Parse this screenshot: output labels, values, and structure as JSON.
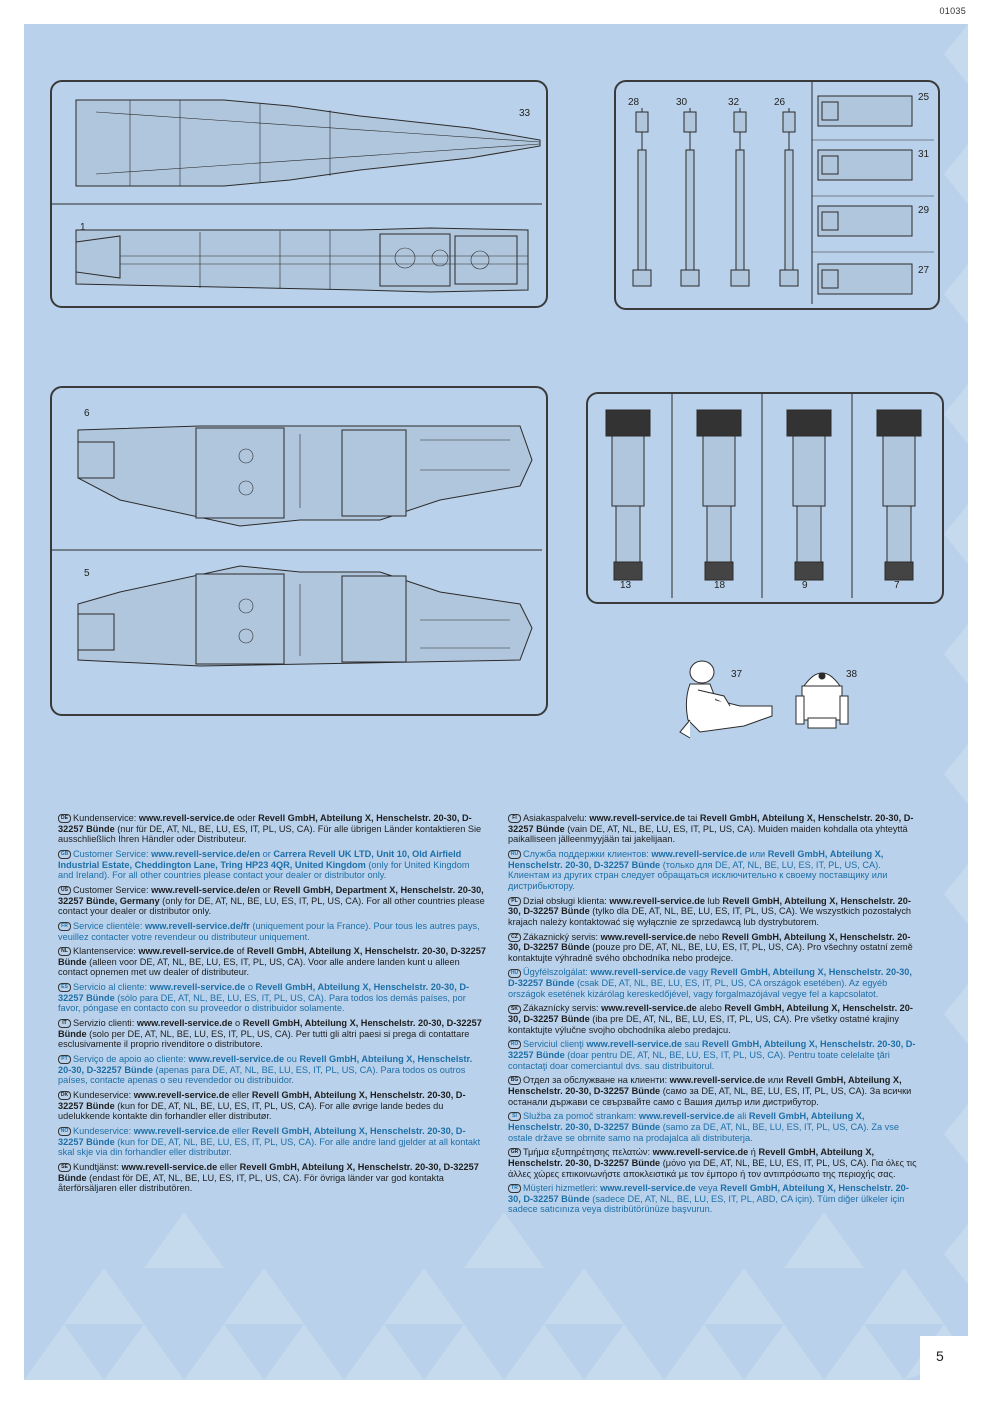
{
  "doc_code": "01035",
  "page_number": "5",
  "parts": {
    "p33": "33",
    "p1": "1",
    "p28": "28",
    "p30": "30",
    "p32": "32",
    "p26": "26",
    "p25": "25",
    "p31": "31",
    "p29": "29",
    "p27": "27",
    "p6": "6",
    "p5": "5",
    "p13": "13",
    "p18": "18",
    "p9": "9",
    "p7": "7",
    "p37": "37",
    "p38": "38"
  },
  "service_left": [
    {
      "flag": "DE",
      "blue": false,
      "segments": [
        [
          "Kundenservice: ",
          false
        ],
        [
          "www.revell-service.de",
          true
        ],
        [
          " oder ",
          false
        ],
        [
          "Revell GmbH, Abteilung X, Henschelstr. 20-30, D-32257 Bünde",
          true
        ],
        [
          " (nur für DE, AT, NL, BE, LU, ES, IT, PL, US, CA). Für alle übrigen Länder kontaktieren Sie ausschließlich Ihren Händler oder Distributeur.",
          false
        ]
      ]
    },
    {
      "flag": "GB",
      "blue": true,
      "segments": [
        [
          "Customer Service: ",
          false
        ],
        [
          "www.revell-service.de/en",
          true
        ],
        [
          " or ",
          false
        ],
        [
          "Carrera Revell UK LTD, Unit 10, Old Airfield Industrial Estate, Cheddington Lane, Tring HP23 4QR, United Kingdom",
          true
        ],
        [
          " (only for United Kingdom and Ireland). For all other countries please contact your dealer or distributor only.",
          false
        ]
      ]
    },
    {
      "flag": "US",
      "blue": false,
      "segments": [
        [
          "Customer Service: ",
          false
        ],
        [
          "www.revell-service.de/en",
          true
        ],
        [
          " or ",
          false
        ],
        [
          "Revell GmbH, Department X, Henschelstr. 20-30, 32257 Bünde, Germany",
          true
        ],
        [
          " (only for DE, AT, NL, BE, LU, ES, IT, PL, US, CA). For all other countries please contact your dealer or distributor only.",
          false
        ]
      ]
    },
    {
      "flag": "FR",
      "blue": true,
      "segments": [
        [
          "Service clientèle: ",
          false
        ],
        [
          "www.revell-service.de/fr",
          true
        ],
        [
          " (uniquement pour la France). Pour tous les autres pays, veuillez contacter votre revendeur ou distributeur uniquement.",
          false
        ]
      ]
    },
    {
      "flag": "NL",
      "blue": false,
      "segments": [
        [
          "Klantenservice: ",
          false
        ],
        [
          "www.revell-service.de",
          true
        ],
        [
          " of ",
          false
        ],
        [
          "Revell GmbH, Abteilung X, Henschelstr. 20-30, D-32257 Bünde",
          true
        ],
        [
          " (alleen voor DE, AT, NL, BE, LU, ES, IT, PL, US, CA). Voor alle andere landen kunt u alleen contact opnemen met uw dealer of distributeur.",
          false
        ]
      ]
    },
    {
      "flag": "ES",
      "blue": true,
      "segments": [
        [
          "Servicio al cliente: ",
          false
        ],
        [
          "www.revell-service.de",
          true
        ],
        [
          " o ",
          false
        ],
        [
          "Revell GmbH, Abteilung X, Henschelstr. 20-30, D-32257 Bünde",
          true
        ],
        [
          " (sólo para DE, AT, NL, BE, LU, ES, IT, PL, US, CA). Para todos los demás países, por favor, póngase en contacto con su proveedor o distribuidor solamente.",
          false
        ]
      ]
    },
    {
      "flag": "IT",
      "blue": false,
      "segments": [
        [
          "Servizio clienti: ",
          false
        ],
        [
          "www.revell-service.de",
          true
        ],
        [
          " o ",
          false
        ],
        [
          "Revell GmbH, Abteilung X, Henschelstr. 20-30, D-32257 Bünde",
          true
        ],
        [
          " (solo per DE, AT, NL, BE, LU, ES, IT, PL, US, CA). Per tutti gli altri paesi si prega di contattare esclusivamente il proprio rivenditore o distributore.",
          false
        ]
      ]
    },
    {
      "flag": "PT",
      "blue": true,
      "segments": [
        [
          "Serviço de apoio ao cliente: ",
          false
        ],
        [
          "www.revell-service.de",
          true
        ],
        [
          " ou ",
          false
        ],
        [
          "Revell GmbH, Abteilung X, Henschelstr. 20-30, D-32257 Bünde",
          true
        ],
        [
          " (apenas para DE, AT, NL, BE, LU, ES, IT, PL, US, CA). Para todos os outros países, contacte apenas o seu revendedor ou distribuidor.",
          false
        ]
      ]
    },
    {
      "flag": "DK",
      "blue": false,
      "segments": [
        [
          "Kundeservice: ",
          false
        ],
        [
          "www.revell-service.de",
          true
        ],
        [
          " eller ",
          false
        ],
        [
          "Revell GmbH, Abteilung X, Henschelstr. 20-30, D-32257 Bünde",
          true
        ],
        [
          " (kun for DE, AT, NL, BE, LU, ES, IT, PL, US, CA). For alle øvrige lande bedes du udelukkende kontakte din forhandler eller distributør.",
          false
        ]
      ]
    },
    {
      "flag": "NO",
      "blue": true,
      "segments": [
        [
          "Kundeservice: ",
          false
        ],
        [
          "www.revell-service.de",
          true
        ],
        [
          " eller ",
          false
        ],
        [
          "Revell GmbH, Abteilung X, Henschelstr. 20-30, D-32257 Bünde",
          true
        ],
        [
          " (kun for DE, AT, NL, BE, LU, ES, IT, PL, US, CA). For alle andre land gjelder at all kontakt skal skje via din forhandler eller distributør.",
          false
        ]
      ]
    },
    {
      "flag": "SE",
      "blue": false,
      "segments": [
        [
          "Kundtjänst: ",
          false
        ],
        [
          "www.revell-service.de",
          true
        ],
        [
          " eller ",
          false
        ],
        [
          "Revell GmbH, Abteilung X, Henschelstr. 20-30, D-32257 Bünde",
          true
        ],
        [
          " (endast för DE, AT, NL, BE, LU, ES, IT, PL, US, CA). För övriga länder var god kontakta återförsäljaren eller distributören.",
          false
        ]
      ]
    }
  ],
  "service_right": [
    {
      "flag": "FI",
      "blue": false,
      "segments": [
        [
          "Asiakaspalvelu: ",
          false
        ],
        [
          "www.revell-service.de",
          true
        ],
        [
          " tai ",
          false
        ],
        [
          "Revell GmbH, Abteilung X, Henschelstr. 20-30, D-32257 Bünde",
          true
        ],
        [
          " (vain DE, AT, NL, BE, LU, ES, IT, PL, US, CA). Muiden maiden kohdalla ota yhteyttä paikalliseen jälleenmyyjään tai jakelijaan.",
          false
        ]
      ]
    },
    {
      "flag": "RU",
      "blue": true,
      "segments": [
        [
          "Служба поддержки клиентов: ",
          false
        ],
        [
          "www.revell-service.de",
          true
        ],
        [
          " или ",
          false
        ],
        [
          "Revell GmbH, Abteilung X, Henschelstr. 20-30, D-32257 Bünde",
          true
        ],
        [
          " (только для DE, AT, NL, BE, LU, ES, IT, PL, US, CA). Клиентам из других стран следует обращаться исключительно к своему поставщику или дистрибьютору.",
          false
        ]
      ]
    },
    {
      "flag": "PL",
      "blue": false,
      "segments": [
        [
          "Dział obsługi klienta: ",
          false
        ],
        [
          "www.revell-service.de",
          true
        ],
        [
          " lub ",
          false
        ],
        [
          "Revell GmbH, Abteilung X, Henschelstr. 20-30, D-32257 Bünde",
          true
        ],
        [
          " (tylko dla DE, AT, NL, BE, LU, ES, IT, PL, US, CA). We wszystkich pozostałych krajach należy kontaktować się wyłącznie ze sprzedawcą lub dystrybutorem.",
          false
        ]
      ]
    },
    {
      "flag": "CZ",
      "blue": false,
      "segments": [
        [
          "Zákaznický servis: ",
          false
        ],
        [
          "www.revell-service.de",
          true
        ],
        [
          " nebo ",
          false
        ],
        [
          "Revell GmbH, Abteilung X, Henschelstr. 20-30, D-32257 Bünde",
          true
        ],
        [
          " (pouze pro DE, AT, NL, BE, LU, ES, IT, PL, US, CA). Pro všechny ostatní země kontaktujte výhradně svého obchodníka nebo prodejce.",
          false
        ]
      ]
    },
    {
      "flag": "HU",
      "blue": true,
      "segments": [
        [
          "Ügyfélszolgálat: ",
          false
        ],
        [
          "www.revell-service.de",
          true
        ],
        [
          " vagy ",
          false
        ],
        [
          "Revell GmbH, Abteilung X, Henschelstr. 20-30, D-32257 Bünde",
          true
        ],
        [
          " (csak DE, AT, NL, BE, LU, ES, IT, PL, US, CA országok esetében). Az egyéb országok esetének kizárólag kereskedőjével, vagy forgalmazójával vegye fel a kapcsolatot.",
          false
        ]
      ]
    },
    {
      "flag": "SK",
      "blue": false,
      "segments": [
        [
          "Zákaznícky servis: ",
          false
        ],
        [
          "www.revell-service.de",
          true
        ],
        [
          " alebo ",
          false
        ],
        [
          "Revell GmbH, Abteilung X, Henschelstr. 20-30, D-32257 Bünde",
          true
        ],
        [
          " (iba pre DE, AT, NL, BE, LU, ES, IT, PL, US, CA). Pre všetky ostatné krajiny kontaktujte výlučne svojho obchodníka alebo predajcu.",
          false
        ]
      ]
    },
    {
      "flag": "RO",
      "blue": true,
      "segments": [
        [
          "Serviciul clienţi ",
          false
        ],
        [
          "www.revell-service.de",
          true
        ],
        [
          " sau ",
          false
        ],
        [
          "Revell GmbH, Abteilung X, Henschelstr. 20-30, D-32257 Bünde",
          true
        ],
        [
          " (doar pentru DE, AT, NL, BE, LU, ES, IT, PL, US, CA). Pentru toate celelalte ţări contactaţi doar comerciantul dvs. sau distribuitorul.",
          false
        ]
      ]
    },
    {
      "flag": "BG",
      "blue": false,
      "segments": [
        [
          "Отдел за обслужване на клиенти: ",
          false
        ],
        [
          "www.revell-service.de",
          true
        ],
        [
          " или ",
          false
        ],
        [
          "Revell GmbH, Abteilung X, Henschelstr. 20-30, D-32257 Bünde",
          true
        ],
        [
          " (само за DE, AT, NL, BE, LU, ES, IT, PL, US, CA). За всички останали държави се свързвайте само с Вашия дилър или дистрибутор.",
          false
        ]
      ]
    },
    {
      "flag": "SI",
      "blue": true,
      "segments": [
        [
          "Služba za pomoč strankam: ",
          false
        ],
        [
          "www.revell-service.de",
          true
        ],
        [
          " ali ",
          false
        ],
        [
          "Revell GmbH, Abteilung X, Henschelstr. 20-30, D-32257 Bünde",
          true
        ],
        [
          " (samo za DE, AT, NL, BE, LU, ES, IT, PL, US, CA). Za vse ostale države se obrnite samo na prodajalca ali distributerja.",
          false
        ]
      ]
    },
    {
      "flag": "GR",
      "blue": false,
      "segments": [
        [
          "Τμήμα εξυπηρέτησης πελατών: ",
          false
        ],
        [
          "www.revell-service.de",
          true
        ],
        [
          " ή ",
          false
        ],
        [
          "Revell GmbH, Abteilung X, Henschelstr. 20-30, D-32257 Bünde",
          true
        ],
        [
          " (μόνο για DE, AT, NL, BE, LU, ES, IT, PL, US, CA). Για όλες τις άλλες χώρες επικοινωνήστε αποκλειστικά με τον έμπορο ή τον αντιπρόσωπο της περιοχής σας.",
          false
        ]
      ]
    },
    {
      "flag": "TR",
      "blue": true,
      "segments": [
        [
          "Müşteri hizmetleri: ",
          false
        ],
        [
          "www.revell-service.de",
          true
        ],
        [
          " veya ",
          false
        ],
        [
          "Revell GmbH, Abteilung X, Henschelstr. 20-30, D-32257 Bünde",
          true
        ],
        [
          " (sadece DE, AT, NL, BE, LU, ES, IT, PL, ABD, CA için). Tüm diğer ülkeler için sadece satıcınıza veya distribütörünüze başvurun.",
          false
        ]
      ]
    }
  ]
}
